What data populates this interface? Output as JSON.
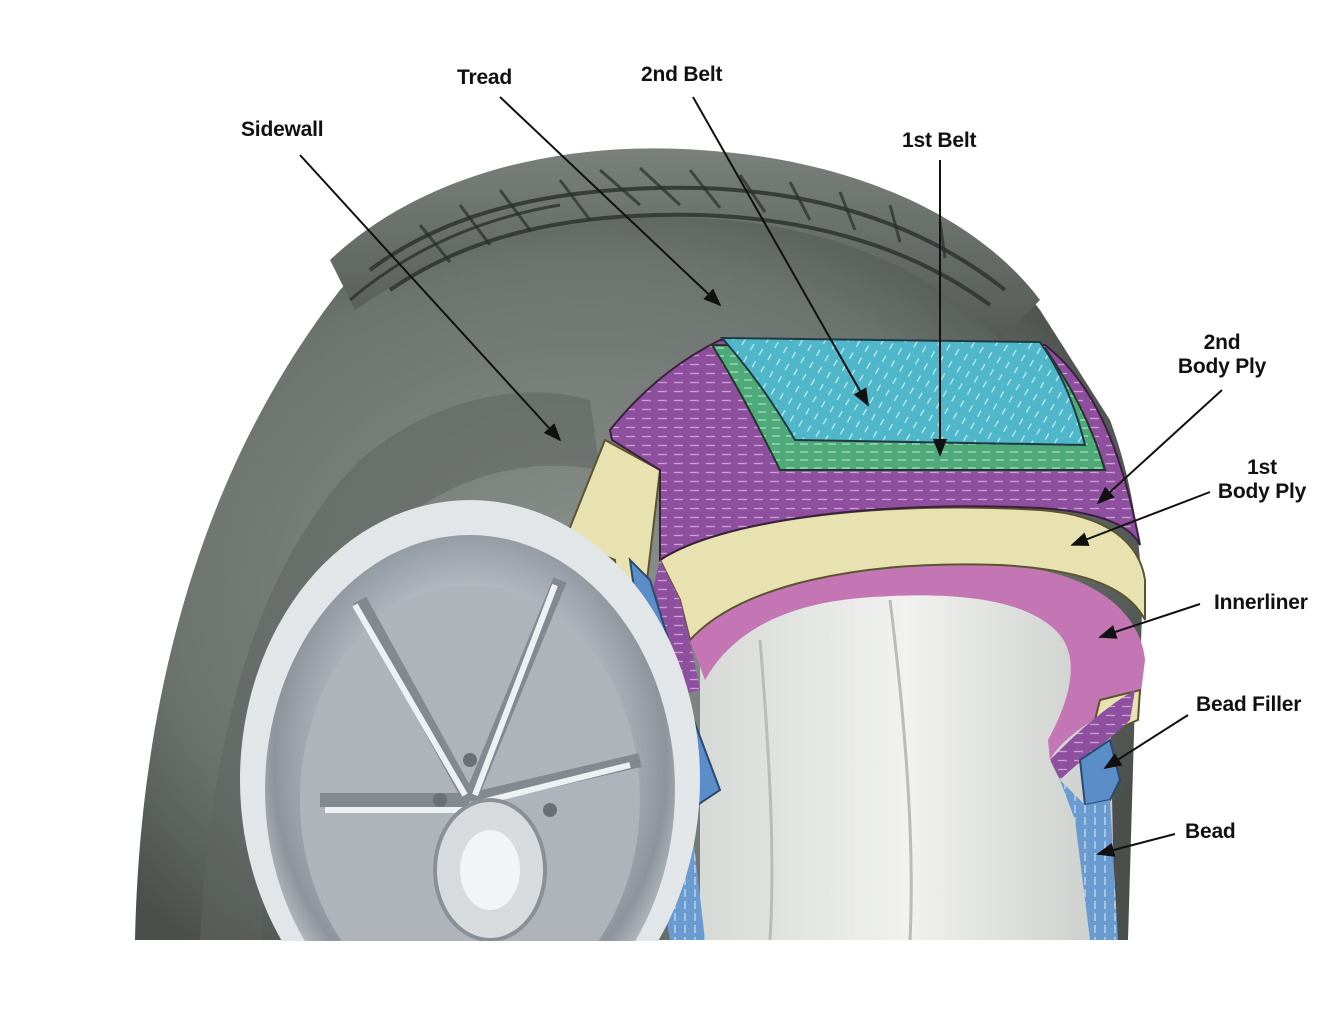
{
  "colors": {
    "tire_rubber": "#6f7570",
    "tire_dark": "#3d4240",
    "belt_blue": "#4fb7c9",
    "belt_green": "#4faa7a",
    "body_ply_purple": "#8e4f9e",
    "body_ply_yellow": "#e8e2b0",
    "innerliner_pink": "#c475b4",
    "bead_filler_blue": "#5b8ec9",
    "rim_chrome": "#c9ced3",
    "leader_line": "#111111"
  },
  "labels": {
    "sidewall": "Sidewall",
    "tread": "Tread",
    "second_belt": "2nd Belt",
    "first_belt": "1st Belt",
    "second_body_ply_line1": "2nd",
    "second_body_ply_line2": "Body Ply",
    "first_body_ply_line1": "1st",
    "first_body_ply_line2": "Body Ply",
    "innerliner": "Innerliner",
    "bead_filler": "Bead Filler",
    "bead": "Bead"
  },
  "icons": {
    "wheel": "chrome-rim-icon",
    "tire": "tire-cutaway-icon"
  }
}
